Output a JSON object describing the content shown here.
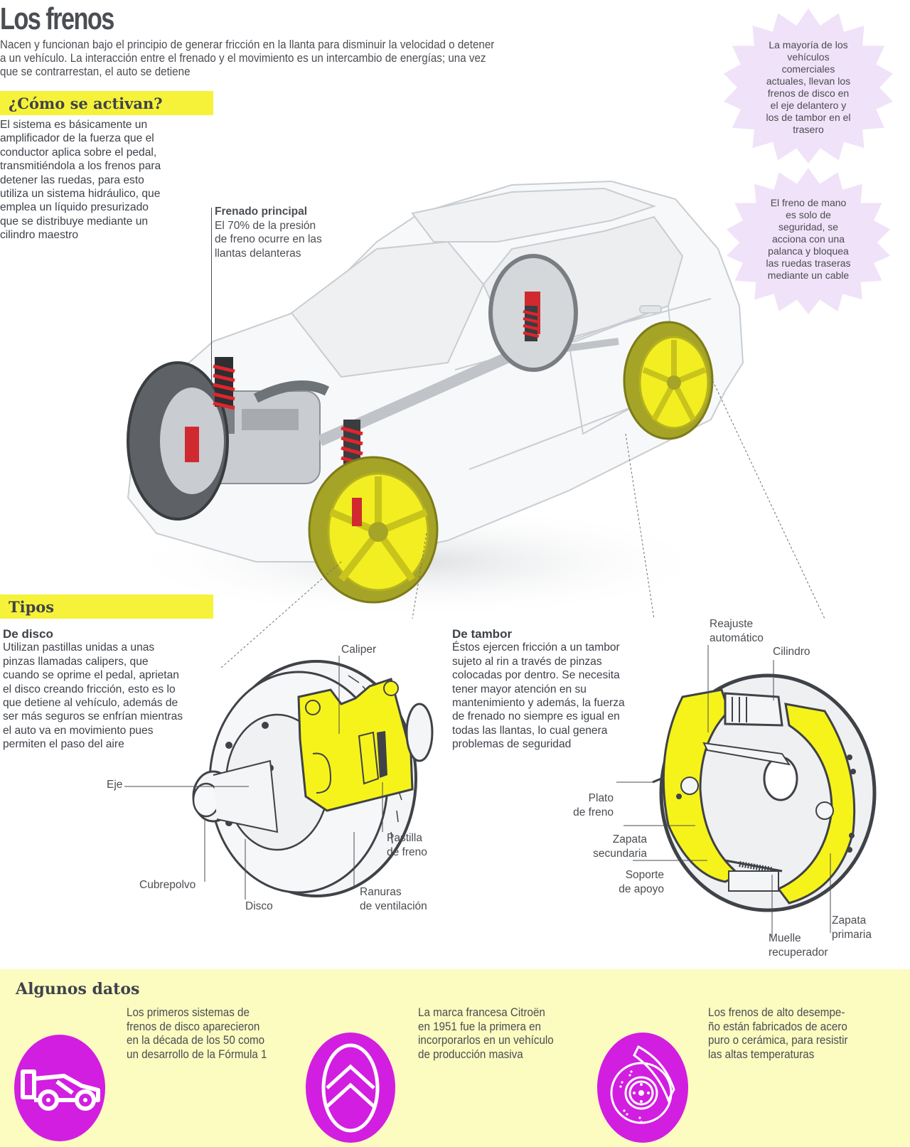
{
  "header": {
    "title": "Los frenos",
    "intro": "Nacen y funcionan bajo el principio de generar fricción en la llanta para disminuir la velocidad o detener a un vehículo. La interacción entre el frenado y el movimiento es un intercambio de energías; una vez que se contrarrestan, el auto se detiene"
  },
  "como_se_activan": {
    "heading": "¿Cómo se activan?",
    "lines": [
      "El sistema es básicamente un",
      "amplificador de la fuerza que el",
      "conductor aplica sobre el pedal,",
      "transmitiéndola a los frenos para",
      "detener las ruedas, para esto",
      "utiliza un sistema hidráulico, que",
      "emplea un líquido presurizado",
      "que se distribuye mediante un",
      "cilindro maestro"
    ]
  },
  "frenado_principal": {
    "heading": "Frenado principal",
    "lines": [
      "El 70% de la presión",
      "de freno ocurre en las",
      "llantas delanteras"
    ]
  },
  "callouts": [
    {
      "lines": [
        "La mayoría de los",
        "vehículos",
        "comerciales",
        "actuales, llevan los",
        "frenos de disco en",
        "el eje delantero y",
        "los de tambor en el",
        "trasero"
      ]
    },
    {
      "lines": [
        "El freno de mano",
        "es solo de",
        "seguridad, se",
        "acciona con una",
        "palanca y bloquea",
        "las ruedas traseras",
        "mediante un cable"
      ]
    }
  ],
  "tipos": {
    "heading": "Tipos",
    "disco": {
      "heading": "De disco",
      "lines": [
        "Utilizan pastillas unidas a unas",
        "pinzas llamadas calipers, que",
        "cuando se oprime el pedal, aprietan",
        "el disco creando fricción, esto es lo",
        "que detiene al vehículo, además de",
        "ser más seguros se enfrían mientras",
        "el auto va en movimiento pues",
        "permiten el paso del aire"
      ],
      "labels": {
        "caliper": "Caliper",
        "eje": "Eje",
        "pastilla": [
          "Pastilla",
          "de freno"
        ],
        "cubrepolvo": "Cubrepolvo",
        "disco": "Disco",
        "ranuras": [
          "Ranuras",
          "de ventilación"
        ]
      }
    },
    "tambor": {
      "heading": "De tambor",
      "lines": [
        "Éstos ejercen fricción a un tambor",
        "sujeto al rin a través de pinzas",
        "colocadas por dentro. Se necesita",
        "tener mayor atención en su",
        "mantenimiento y además, la fuerza",
        "de frenado no siempre es igual en",
        "todas las llantas, lo cual genera",
        "problemas de seguridad"
      ],
      "labels": {
        "reajuste": [
          "Reajuste",
          "automático"
        ],
        "cilindro": "Cilindro",
        "plato": [
          "Plato",
          "de freno"
        ],
        "zapata_secundaria": [
          "Zapata",
          "secundaria"
        ],
        "soporte": [
          "Soporte",
          "de apoyo"
        ],
        "muelle": [
          "Muelle",
          "recuperador"
        ],
        "zapata_primaria": [
          "Zapata",
          "primaria"
        ]
      }
    }
  },
  "datos": {
    "heading": "Algunos datos",
    "items": [
      {
        "icon": "formula-1-car-icon",
        "lines": [
          "Los primeros sistemas de",
          "frenos de disco aparecieron",
          "en la década de los 50 como",
          "un desarrollo de la Fórmula 1"
        ]
      },
      {
        "icon": "citroen-logo-icon",
        "lines": [
          "La marca francesa Citroën",
          "en 1951 fue la primera en",
          "incorporarlos en un vehículo",
          "de producción masiva"
        ]
      },
      {
        "icon": "brake-disc-icon",
        "lines": [
          "Los frenos de alto desempe-",
          "ño están fabricados de acero",
          "puro o cerámica, para resistir",
          "las altas temperaturas"
        ]
      }
    ]
  },
  "colors": {
    "highlight_yellow": "#f6f23a",
    "facts_background": "#fcfbc0",
    "accent_magenta": "#d21ee0",
    "callout_lilac": "#f0e2f8",
    "text_gray": "#3d4148",
    "wheel_olive": "#a6a426"
  }
}
